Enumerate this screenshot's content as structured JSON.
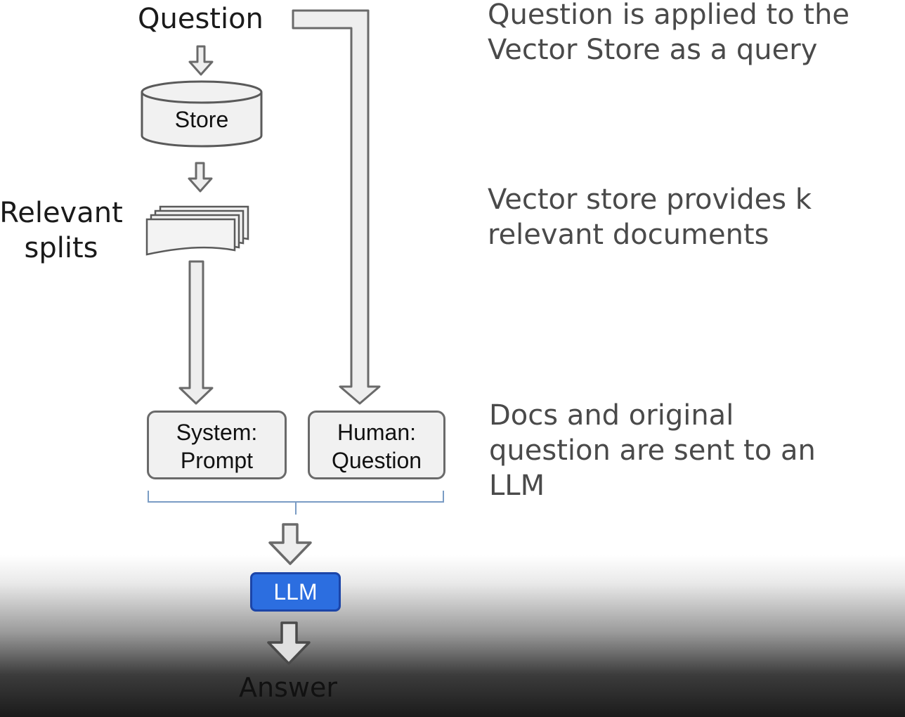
{
  "diagram": {
    "question_label": "Question",
    "store_label": "Store",
    "relevant_splits_label": [
      "Relevant",
      "splits"
    ],
    "system_prompt": [
      "System:",
      "Prompt"
    ],
    "human_question": [
      "Human:",
      "Question"
    ],
    "llm_label": "LLM",
    "answer_label": "Answer"
  },
  "descriptions": [
    [
      "Question is applied to the",
      "Vector Store as a query"
    ],
    [
      "Vector store provides k",
      "relevant documents"
    ],
    [
      "Docs and original",
      "question are sent to an",
      "LLM"
    ]
  ],
  "colors": {
    "llm_fill": "#2c6ee0",
    "arrow_fill": "#eeeeee",
    "arrow_stroke": "#6a6a6a",
    "description_text": "#4a4a4a"
  }
}
